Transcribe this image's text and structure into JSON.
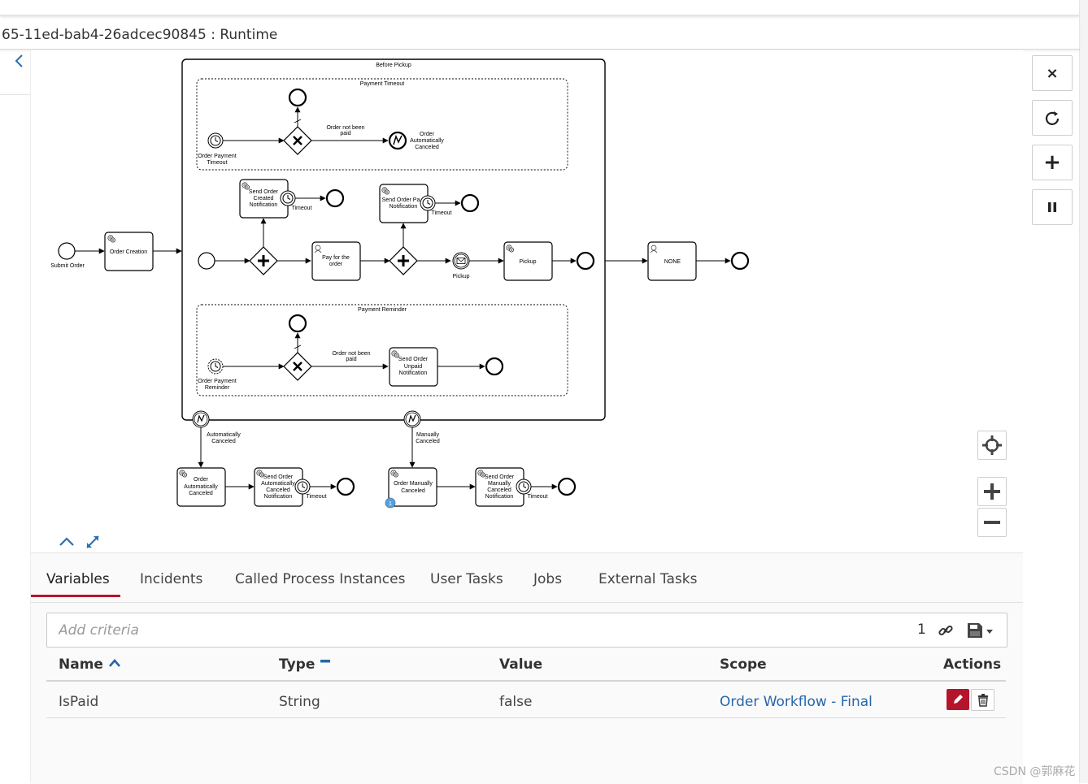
{
  "window": {
    "title": "65-11ed-bab4-26adcec90845 : Runtime"
  },
  "diagram": {
    "labels": {
      "before_pickup": "Before Pickup",
      "payment_timeout": "Payment Timeout",
      "payment_reminder": "Payment Reminder",
      "order_payment_timeout": [
        "Order Payment",
        "Timeout"
      ],
      "order_not_been_paid_1": [
        "Order not been",
        "paid"
      ],
      "order_auto_canceled_end": [
        "Order",
        "Automatically",
        "Canceled"
      ],
      "submit_order": "Submit Order",
      "order_creation": "Order Creation",
      "send_order_created_notification": [
        "Send Order",
        "Created",
        "Notification"
      ],
      "timeout": "Timeout",
      "send_order_paid_notification": [
        "Send Order Pa",
        "Notification"
      ],
      "pay_for_the_order": [
        "Pay for the",
        "order"
      ],
      "pickup_event": "Pickup",
      "pickup_task": "Pickup",
      "none_task": "NONE",
      "order_payment_reminder": [
        "Order Payment",
        "Reminder"
      ],
      "order_not_been_paid_2": [
        "Order not been",
        "paid"
      ],
      "send_order_unpaid_notification": [
        "Send Order",
        "Unpaid",
        "Notification"
      ],
      "automatically_canceled": [
        "Automatically",
        "Canceled"
      ],
      "manually_canceled": [
        "Manually",
        "Canceled"
      ],
      "order_automatically_canceled_task": [
        "Order",
        "Automatically",
        "Canceled"
      ],
      "send_order_auto_canceled_notification": [
        "Send Order",
        "Automatically",
        "Canceled",
        "Notification"
      ],
      "order_manually_canceled": [
        "Order Manually",
        "Canceled"
      ],
      "send_order_manually_canceled_notification": [
        "Send Order",
        "Manually",
        "Canceled",
        "Notification"
      ],
      "token_badge": "1"
    }
  },
  "side_controls": {
    "close": "×",
    "refresh_icon": "refresh-icon",
    "add": "+",
    "pause_icon": "pause-icon"
  },
  "tabs": [
    {
      "label": "Variables",
      "active": true
    },
    {
      "label": "Incidents"
    },
    {
      "label": "Called Process Instances"
    },
    {
      "label": "User Tasks"
    },
    {
      "label": "Jobs"
    },
    {
      "label": "External Tasks"
    }
  ],
  "search": {
    "placeholder": "Add criteria",
    "count": "1"
  },
  "table": {
    "columns": [
      {
        "label": "Name",
        "sort": "asc"
      },
      {
        "label": "Type",
        "sort": "none"
      },
      {
        "label": "Value"
      },
      {
        "label": "Scope"
      },
      {
        "label": "Actions"
      }
    ],
    "rows": [
      {
        "name": "IsPaid",
        "type": "String",
        "value": "false",
        "scope": "Order Workflow - Final"
      }
    ]
  },
  "colors": {
    "accent": "#b5152b",
    "link": "#2666ad",
    "token": "#5aa0d6"
  },
  "watermark": "CSDN @郭麻花"
}
